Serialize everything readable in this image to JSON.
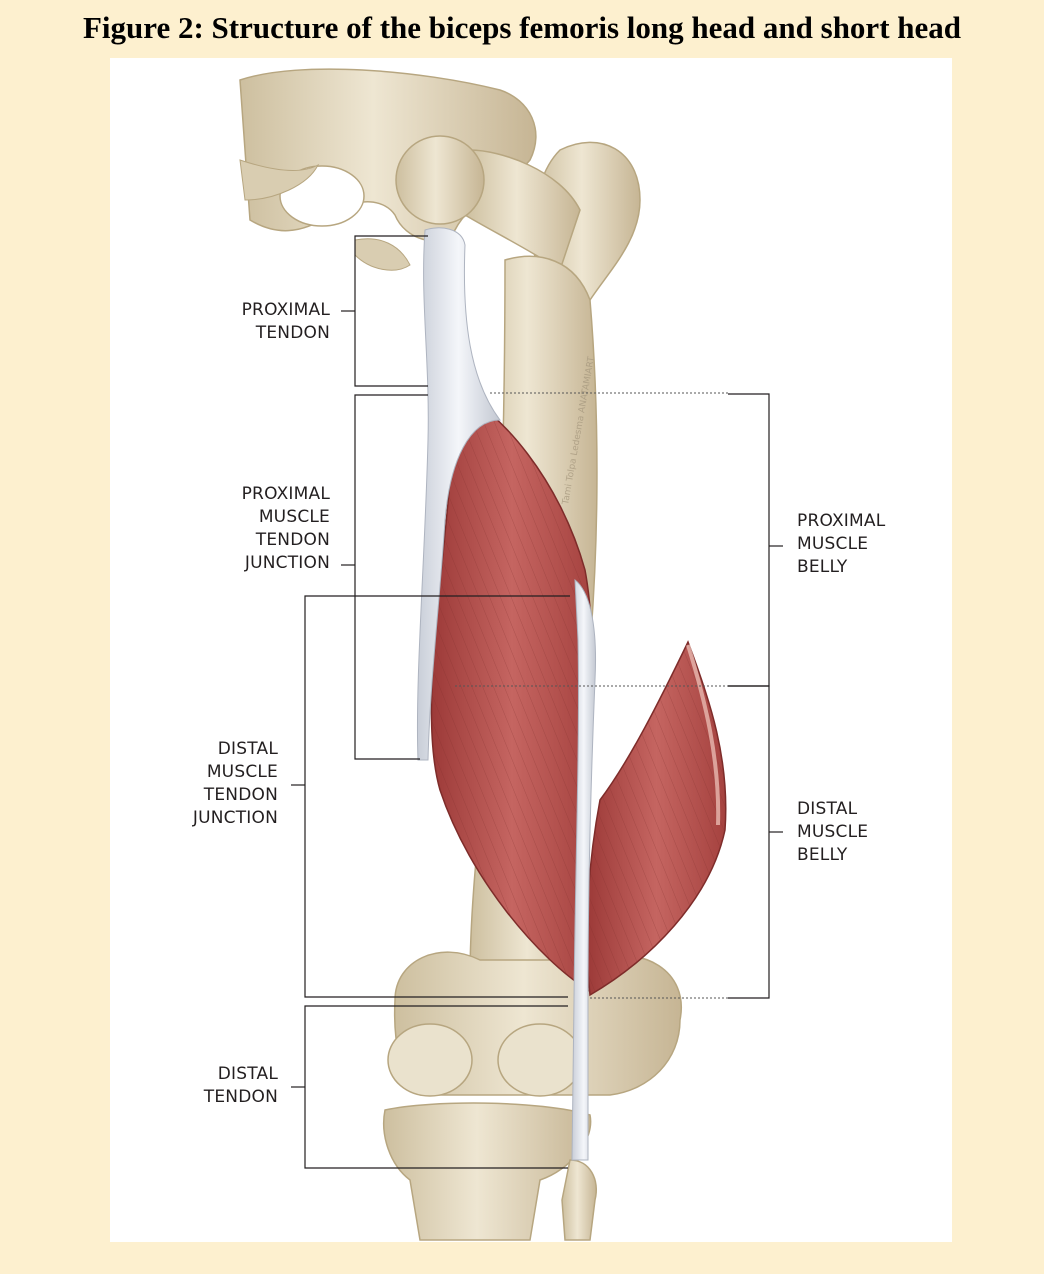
{
  "figure": {
    "title": "Figure 2: Structure of the biceps femoris long head and short head",
    "watermark": "Tami Tolpa Ledesma ANATAMIART"
  },
  "labels": {
    "proximal_tendon": [
      "PROXIMAL",
      "TENDON"
    ],
    "proximal_mtj": [
      "PROXIMAL",
      "MUSCLE",
      "TENDON",
      "JUNCTION"
    ],
    "distal_mtj": [
      "DISTAL",
      "MUSCLE",
      "TENDON",
      "JUNCTION"
    ],
    "distal_tendon": [
      "DISTAL",
      "TENDON"
    ],
    "proximal_belly": [
      "PROXIMAL",
      "MUSCLE",
      "BELLY"
    ],
    "distal_belly": [
      "DISTAL",
      "MUSCLE",
      "BELLY"
    ]
  },
  "colors": {
    "page_background": "#fdf0cf",
    "panel_background": "#ffffff",
    "bone": "#e6dcc4",
    "bone_shadow": "#c9b999",
    "muscle": "#b9524f",
    "muscle_dark": "#8f3533",
    "tendon": "#e8ecf2",
    "bracket_line": "#231f20"
  }
}
